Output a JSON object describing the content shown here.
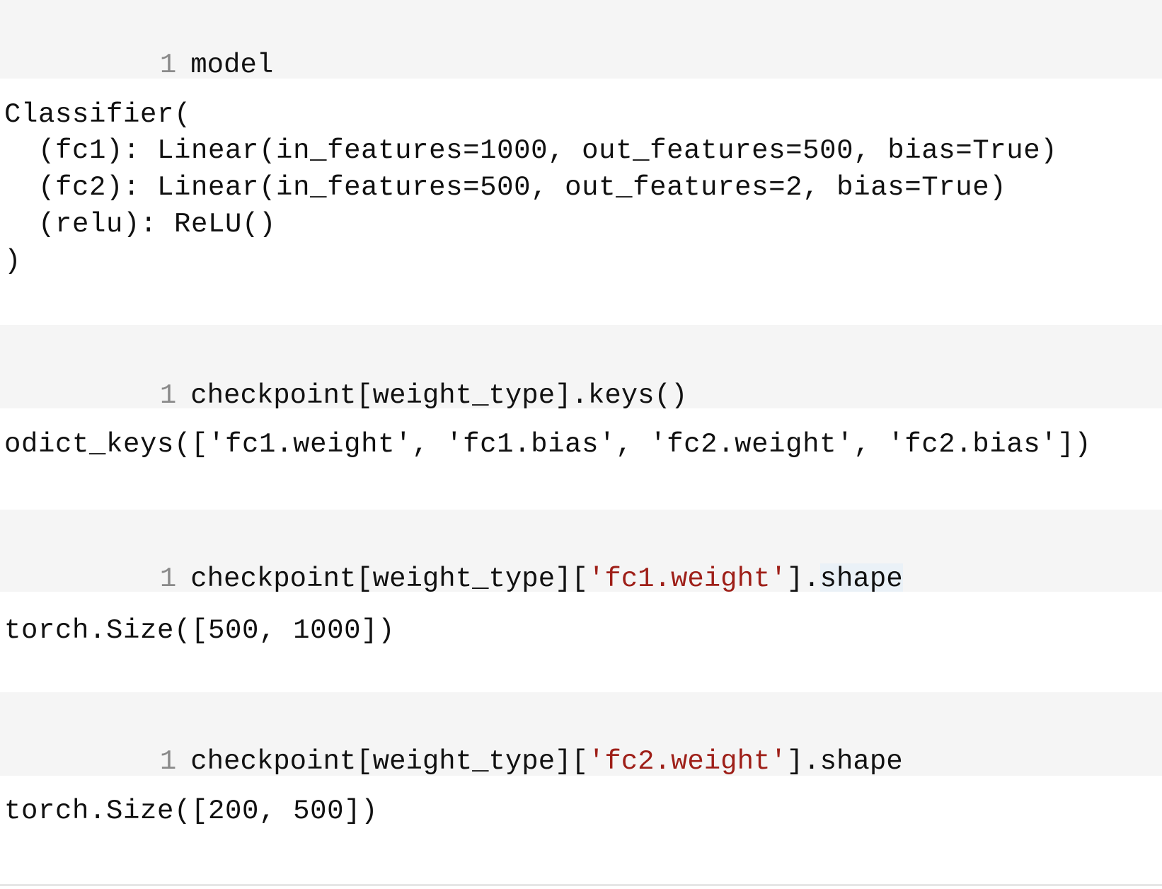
{
  "cells": [
    {
      "input": {
        "line_number": "1",
        "code": "model"
      },
      "output": [
        "Classifier(",
        "  (fc1): Linear(in_features=1000, out_features=500, bias=True)",
        "  (fc2): Linear(in_features=500, out_features=2, bias=True)",
        "  (relu): ReLU()",
        ")"
      ]
    },
    {
      "input": {
        "line_number": "1",
        "code": "checkpoint[weight_type].keys()"
      },
      "output": [
        "odict_keys(['fc1.weight', 'fc1.bias', 'fc2.weight', 'fc2.bias'])"
      ]
    },
    {
      "input": {
        "line_number": "1",
        "code_prefix": "checkpoint[weight_type][",
        "code_string": "'fc1.weight'",
        "code_suffix": "].",
        "code_highlighted": "shape"
      },
      "output": [
        "torch.Size([500, 1000])"
      ]
    },
    {
      "input": {
        "line_number": "1",
        "code_prefix": "checkpoint[weight_type][",
        "code_string": "'fc2.weight'",
        "code_suffix": "].shape"
      },
      "output": [
        "torch.Size([200, 500])"
      ]
    }
  ],
  "colors": {
    "cell_background": "#f5f5f5",
    "line_number": "#8a8a8a",
    "code_text": "#111111",
    "string_literal": "#9e1f18",
    "selection_highlight": "#eaf1f7"
  }
}
